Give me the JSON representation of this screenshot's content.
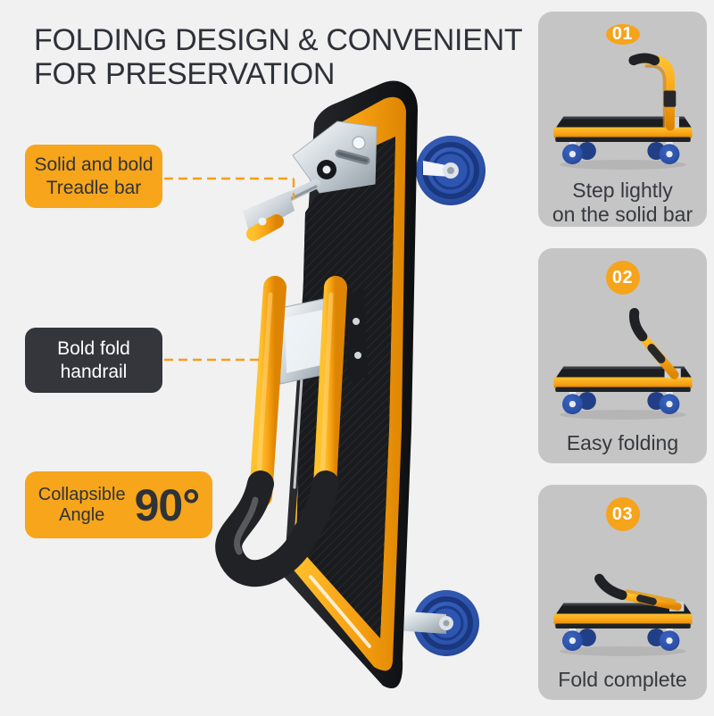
{
  "page": {
    "background_color": "#F1F1F2"
  },
  "title": {
    "lines": [
      "FOLDING DESIGN & CONVENIENT",
      "FOR PRESERVATION"
    ]
  },
  "callouts": [
    {
      "id": "treadle-bar",
      "style": "yellow",
      "lines": [
        "Solid and bold",
        "Treadle bar"
      ]
    },
    {
      "id": "handrail",
      "style": "dark",
      "lines": [
        "Bold fold",
        "handrail"
      ]
    }
  ],
  "angle_callout": {
    "label_lines": [
      "Collapsible",
      "Angle"
    ],
    "value": "90°"
  },
  "steps": [
    {
      "number": "01",
      "caption_lines": [
        "Step lightly",
        "on the solid bar"
      ]
    },
    {
      "number": "02",
      "caption_lines": [
        "Easy folding"
      ]
    },
    {
      "number": "03",
      "caption_lines": [
        "Fold complete"
      ]
    }
  ],
  "colors": {
    "accent_yellow": "#F7A51B",
    "callout_dark": "#35363C",
    "panel_gray": "#C5C5C6",
    "wheel_blue": "#2B50A6",
    "text_dark": "#2F3237",
    "connector_orange": "#F59E1C",
    "background": "#F1F1F2"
  }
}
